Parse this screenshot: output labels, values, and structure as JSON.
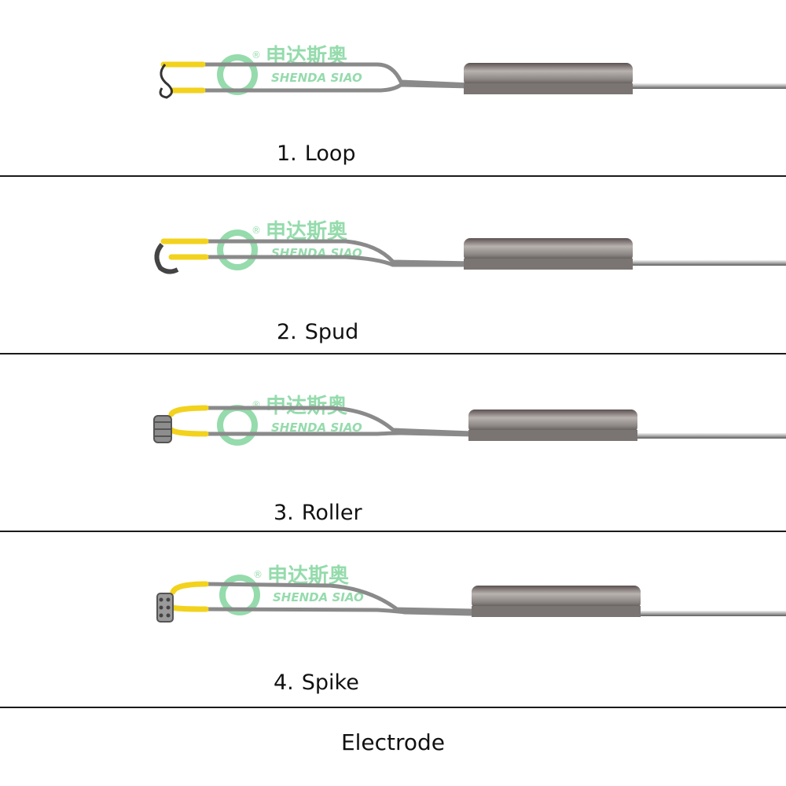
{
  "watermark": {
    "brand_cn": "申达斯奥",
    "brand_en": "SHENDA SIAO",
    "registered_mark": "®",
    "color": "#3fbf6a"
  },
  "colors": {
    "insulation": "#f2d21c",
    "steel_light": "#d9d9d9",
    "steel_dark": "#6e6e6e",
    "divider": "#1a1a1a"
  },
  "panels": [
    {
      "number": "1.",
      "name": "Loop",
      "tip": "loop"
    },
    {
      "number": "2.",
      "name": "Spud",
      "tip": "spud"
    },
    {
      "number": "3.",
      "name": "Roller",
      "tip": "roller"
    },
    {
      "number": "4.",
      "name": "Spike",
      "tip": "spike"
    }
  ],
  "footer": {
    "title": "Electrode"
  }
}
